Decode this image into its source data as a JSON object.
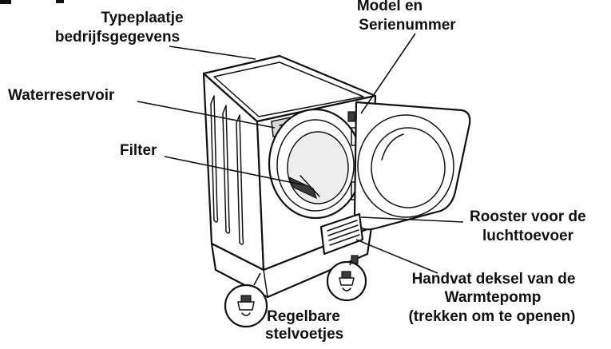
{
  "labels": {
    "typeplaatje_1": "Typeplaatje",
    "typeplaatje_2": "bedrijfsgegevens",
    "model_1": "Model en",
    "model_2": "Serienummer",
    "waterreservoir": "Waterreservoir",
    "filter": "Filter",
    "rooster_1": "Rooster voor de",
    "rooster_2": "luchttoevoer",
    "handvat_1": "Handvat deksel van de",
    "handvat_2": "Warmtepomp",
    "handvat_3": "(trekken om te openen)",
    "regelbare_1": "Regelbare",
    "regelbare_2": "stelvoetjes"
  },
  "colors": {
    "ink": "#111111",
    "background": "#ffffff",
    "shade": "#d9d9d9"
  }
}
